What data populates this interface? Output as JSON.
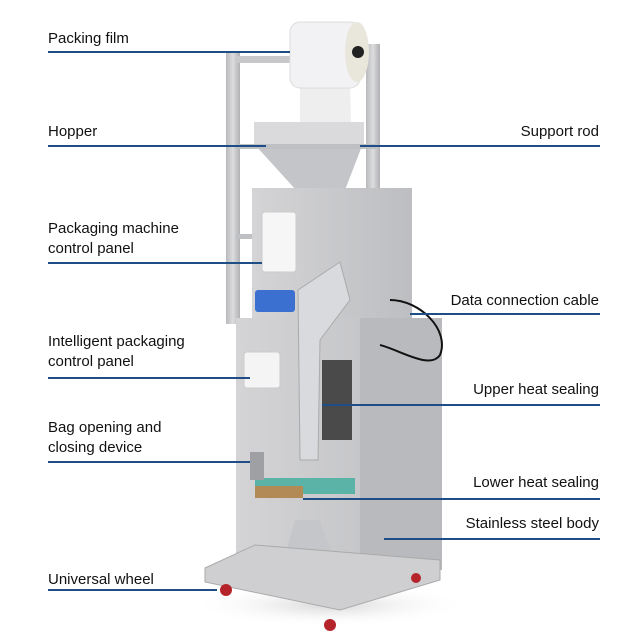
{
  "title": "Packaging machine parts diagram",
  "labels_left": [
    {
      "id": "packing-film",
      "lines": [
        "Packing film"
      ]
    },
    {
      "id": "hopper",
      "lines": [
        "Hopper"
      ]
    },
    {
      "id": "packaging-machine-control-panel",
      "lines": [
        "Packaging machine",
        "control panel"
      ]
    },
    {
      "id": "intelligent-packaging-control-panel",
      "lines": [
        "Intelligent packaging",
        "control panel"
      ]
    },
    {
      "id": "bag-opening-closing-device",
      "lines": [
        "Bag opening and",
        "closing device"
      ]
    },
    {
      "id": "universal-wheel",
      "lines": [
        "Universal wheel"
      ]
    }
  ],
  "labels_right": [
    {
      "id": "support-rod",
      "lines": [
        "Support rod"
      ]
    },
    {
      "id": "data-connection-cable",
      "lines": [
        "Data connection cable"
      ]
    },
    {
      "id": "upper-heat-sealing",
      "lines": [
        "Upper heat sealing"
      ]
    },
    {
      "id": "lower-heat-sealing",
      "lines": [
        "Lower heat sealing"
      ]
    },
    {
      "id": "stainless-steel-body",
      "lines": [
        "Stainless steel body"
      ]
    }
  ],
  "colors": {
    "leader_line": "#1d4f86",
    "text": "#111111",
    "steel": "#c9c9cc",
    "wheel": "#b5242a"
  }
}
